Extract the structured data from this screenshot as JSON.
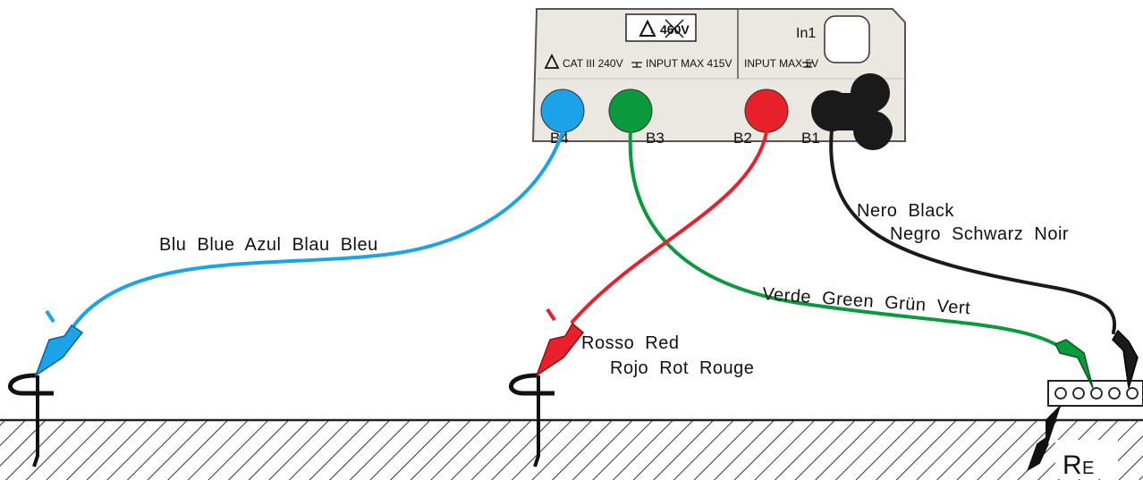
{
  "instrument": {
    "warning_voltage": "460V",
    "cat_rating": "CAT III 240V",
    "input_max_left": "INPUT MAX 415V",
    "input_max_right": "INPUT MAX 5V",
    "input_label": "In1",
    "terminals": [
      {
        "label": "B4",
        "color": "#1aa3e8"
      },
      {
        "label": "B3",
        "color": "#0a9a3c"
      },
      {
        "label": "B2",
        "color": "#e8202a"
      },
      {
        "label": "B1",
        "color": "#1a1a1a"
      }
    ]
  },
  "cables": {
    "blue": {
      "line1": "Blu  Blue  Azul  Blau  Bleu",
      "color": "#1aa3e8"
    },
    "red": {
      "line1": "Rosso  Red",
      "line2": "Rojo  Rot  Rouge",
      "color": "#e8202a"
    },
    "green": {
      "line1": "Verde  Green  Grün  Vert",
      "color": "#0a9a3c"
    },
    "black": {
      "line1": "Nero  Black",
      "line2": "Negro  Schwarz  Noir",
      "color": "#1a1a1a"
    }
  },
  "earth": {
    "resistance_label_main": "R",
    "resistance_label_sub": "E"
  },
  "colors": {
    "panel": "#eae8e0",
    "panel_border": "#555555",
    "ground_hatch": "#333333"
  }
}
